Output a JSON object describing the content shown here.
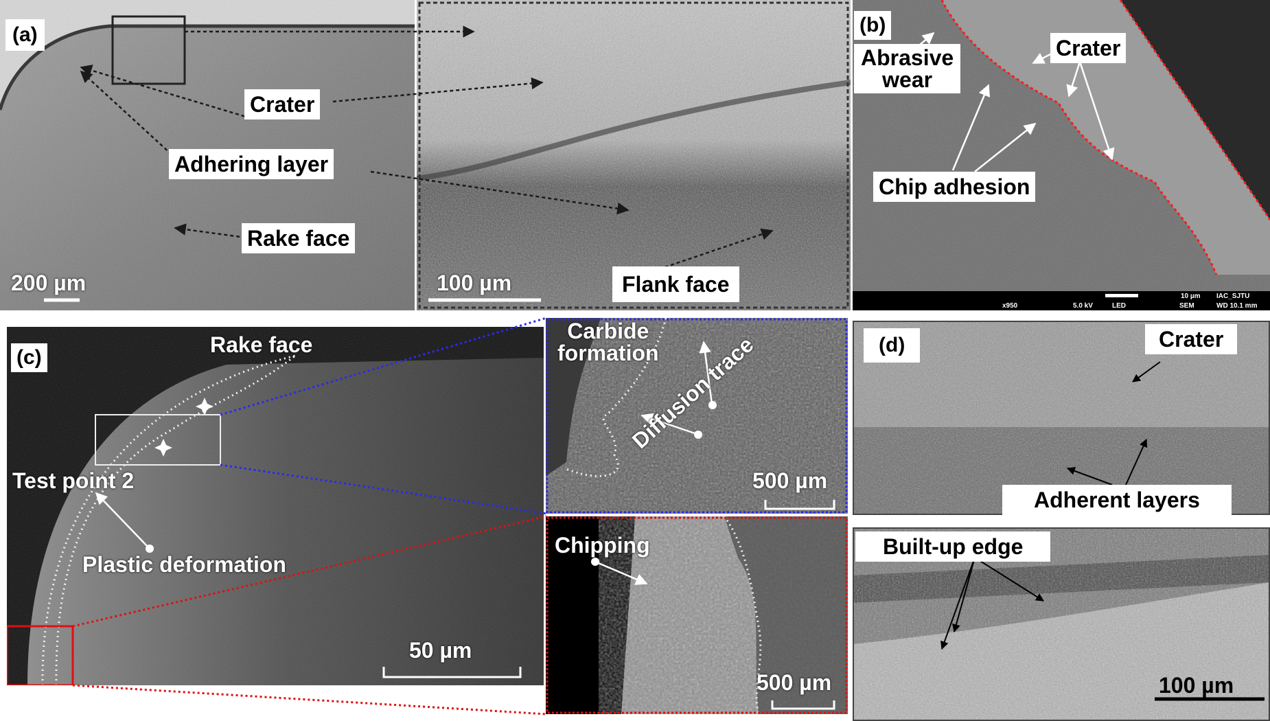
{
  "panel_a": {
    "letter": "(a)",
    "labels": {
      "crater": "Crater",
      "adhering_layer": "Adhering layer",
      "rake_face": "Rake face",
      "flank_face": "Flank face"
    },
    "scale_main": "200 µm",
    "scale_zoom": "100 µm"
  },
  "panel_b": {
    "letter": "(b)",
    "labels": {
      "abrasive_line1": "Abrasive",
      "abrasive_line2": "wear",
      "crater": "Crater",
      "chip_adhesion": "Chip adhesion"
    },
    "sem_bar": {
      "scale": "10 µm",
      "institution": "IAC_SJTU",
      "magnification": "x950",
      "voltage": "5.0 kV",
      "detector": "LED",
      "mode": "SEM",
      "wd": "WD  10.1 mm"
    }
  },
  "panel_c": {
    "letter": "(c)",
    "labels": {
      "rake_face": "Rake face",
      "test_point": "Test point 2",
      "plastic_deformation": "Plastic deformation",
      "carbide_line1": "Carbide",
      "carbide_line2": "formation",
      "diffusion_trace": "Diffusion trace",
      "chipping": "Chipping"
    },
    "scale_main": "50 µm",
    "scale_top": "500 µm",
    "scale_bottom": "500 µm"
  },
  "panel_d": {
    "letter": "(d)",
    "labels": {
      "crater": "Crater",
      "adherent_layers": "Adherent layers",
      "built_up_edge": "Built-up edge"
    },
    "scale": "100 µm"
  }
}
